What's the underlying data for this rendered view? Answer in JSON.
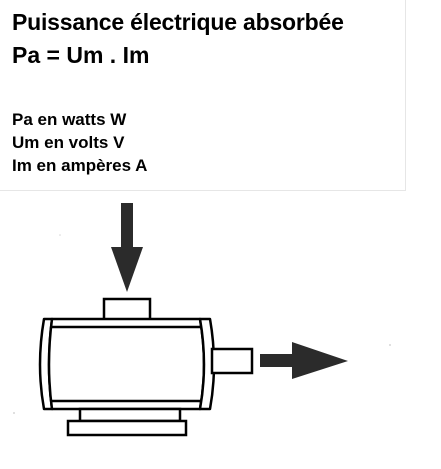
{
  "title": "Puissance électrique absorbée",
  "formula": "Pa = Um . Im",
  "units": [
    "Pa en watts W",
    "Um en volts V",
    "Im en ampères A"
  ],
  "colors": {
    "ink": "#000000",
    "arrow_fill": "#2b2b2b",
    "background": "#ffffff",
    "scan_speckle": "#d0d0d0"
  },
  "icons": {
    "input_arrow": "arrow-down-icon",
    "output_arrow": "arrow-right-icon",
    "motor": "electric-motor-icon"
  }
}
